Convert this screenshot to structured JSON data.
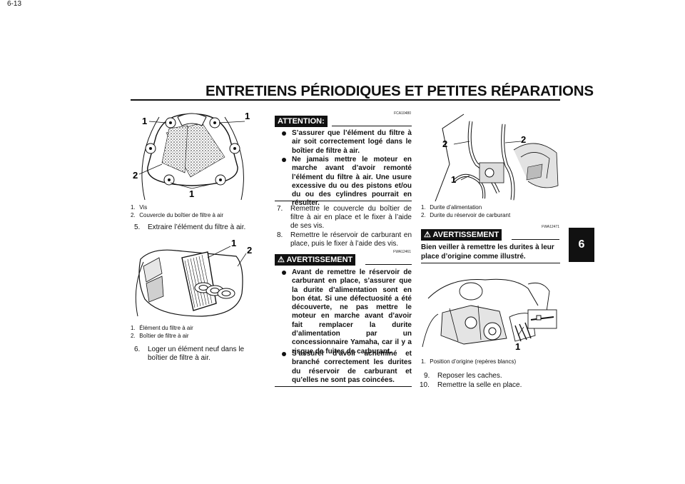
{
  "header": {
    "title": "ENTRETIENS PÉRIODIQUES ET PETITES RÉPARATIONS"
  },
  "chapter_tab": "6",
  "page_number": "6-13",
  "left": {
    "fig1": {
      "callouts": [
        "1",
        "1",
        "2",
        "1"
      ],
      "captions": [
        {
          "n": "1.",
          "text": "Vis"
        },
        {
          "n": "2.",
          "text": "Couvercle du boîtier de filtre à air"
        }
      ]
    },
    "step5": {
      "num": "5.",
      "text": "Extraire l’élément du filtre à air."
    },
    "fig2": {
      "callouts": [
        "1",
        "2"
      ],
      "captions": [
        {
          "n": "1.",
          "text": "Élément du filtre à air"
        },
        {
          "n": "2.",
          "text": "Boîtier de filtre à air"
        }
      ]
    },
    "step6": {
      "num": "6.",
      "text": "Loger un élément neuf dans le boîtier de filtre à air."
    }
  },
  "middle": {
    "attention": {
      "code": "FCA10480",
      "label": "ATTENTION:",
      "bullets": [
        "S’assurer que l’élément du filtre à air soit correctement logé dans le boîtier de filtre à air.",
        "Ne jamais mettre le moteur en marche avant d’avoir remonté l’élément du filtre à air. Une usure excessive du ou des pistons et/ou du ou des cylindres pourrait en résulter."
      ]
    },
    "step7": {
      "num": "7.",
      "text": "Remettre le couvercle du boîtier de filtre à air en place et le fixer à l’aide de ses vis."
    },
    "step8": {
      "num": "8.",
      "text": "Remettre le réservoir de carburant en place, puis le fixer à l’aide des vis."
    },
    "warning": {
      "code": "FWA12461",
      "label": "AVERTISSEMENT",
      "bullets": [
        "Avant de remettre le réservoir de carburant en place, s’assurer que la durite d’alimentation sont en bon état. Si une défectuosité a été découverte, ne pas mettre le moteur en marche avant d’avoir fait remplacer la durite d’alimentation par un concessionnaire Yamaha, car il y a risque de fuites de carburant.",
        "S’assurer d’avoir acheminé et branché correctement les durites du réservoir de carburant et qu’elles ne sont pas coincées."
      ]
    }
  },
  "right": {
    "fig3": {
      "callouts": [
        "2",
        "2",
        "1"
      ],
      "captions": [
        {
          "n": "1.",
          "text": "Durite d’alimentation"
        },
        {
          "n": "2.",
          "text": "Durite du réservoir de carburant"
        }
      ]
    },
    "warning": {
      "code": "FWA12471",
      "label": "AVERTISSEMENT",
      "text": "Bien veiller à remettre les durites à leur place d’origine comme illustré."
    },
    "fig4": {
      "callouts": [
        "1"
      ],
      "captions": [
        {
          "n": "1.",
          "text": "Position d’origine (repères blancs)"
        }
      ]
    },
    "step9": {
      "num": "9.",
      "text": "Reposer les caches."
    },
    "step10": {
      "num": "10.",
      "text": "Remettre la selle en place."
    }
  }
}
